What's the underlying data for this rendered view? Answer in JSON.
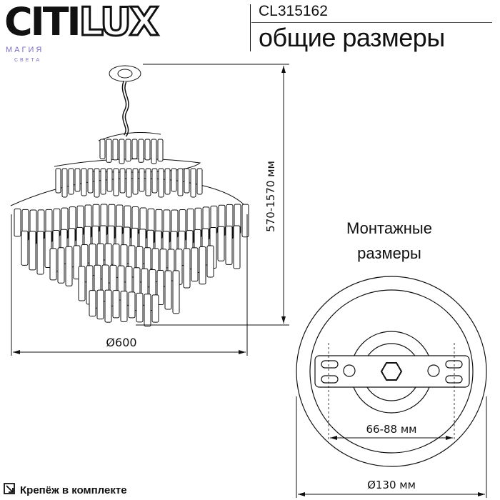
{
  "brand": {
    "name_a": "CITI",
    "name_b": "LUX",
    "tagline_1": "МАГИЯ",
    "tagline_2": "СВЕТА"
  },
  "header": {
    "model": "CL315162",
    "title": "общие размеры"
  },
  "dimensions": {
    "height": "570-1570 мм",
    "diameter": "Ø600"
  },
  "mounting": {
    "title_1": "Монтажные",
    "title_2": "размеры",
    "hole_spacing": "66-88 мм",
    "base_diameter": "Ø130 мм"
  },
  "footer": {
    "note": "Крепёж в комплекте",
    "icon": "mounting-kit-icon"
  }
}
